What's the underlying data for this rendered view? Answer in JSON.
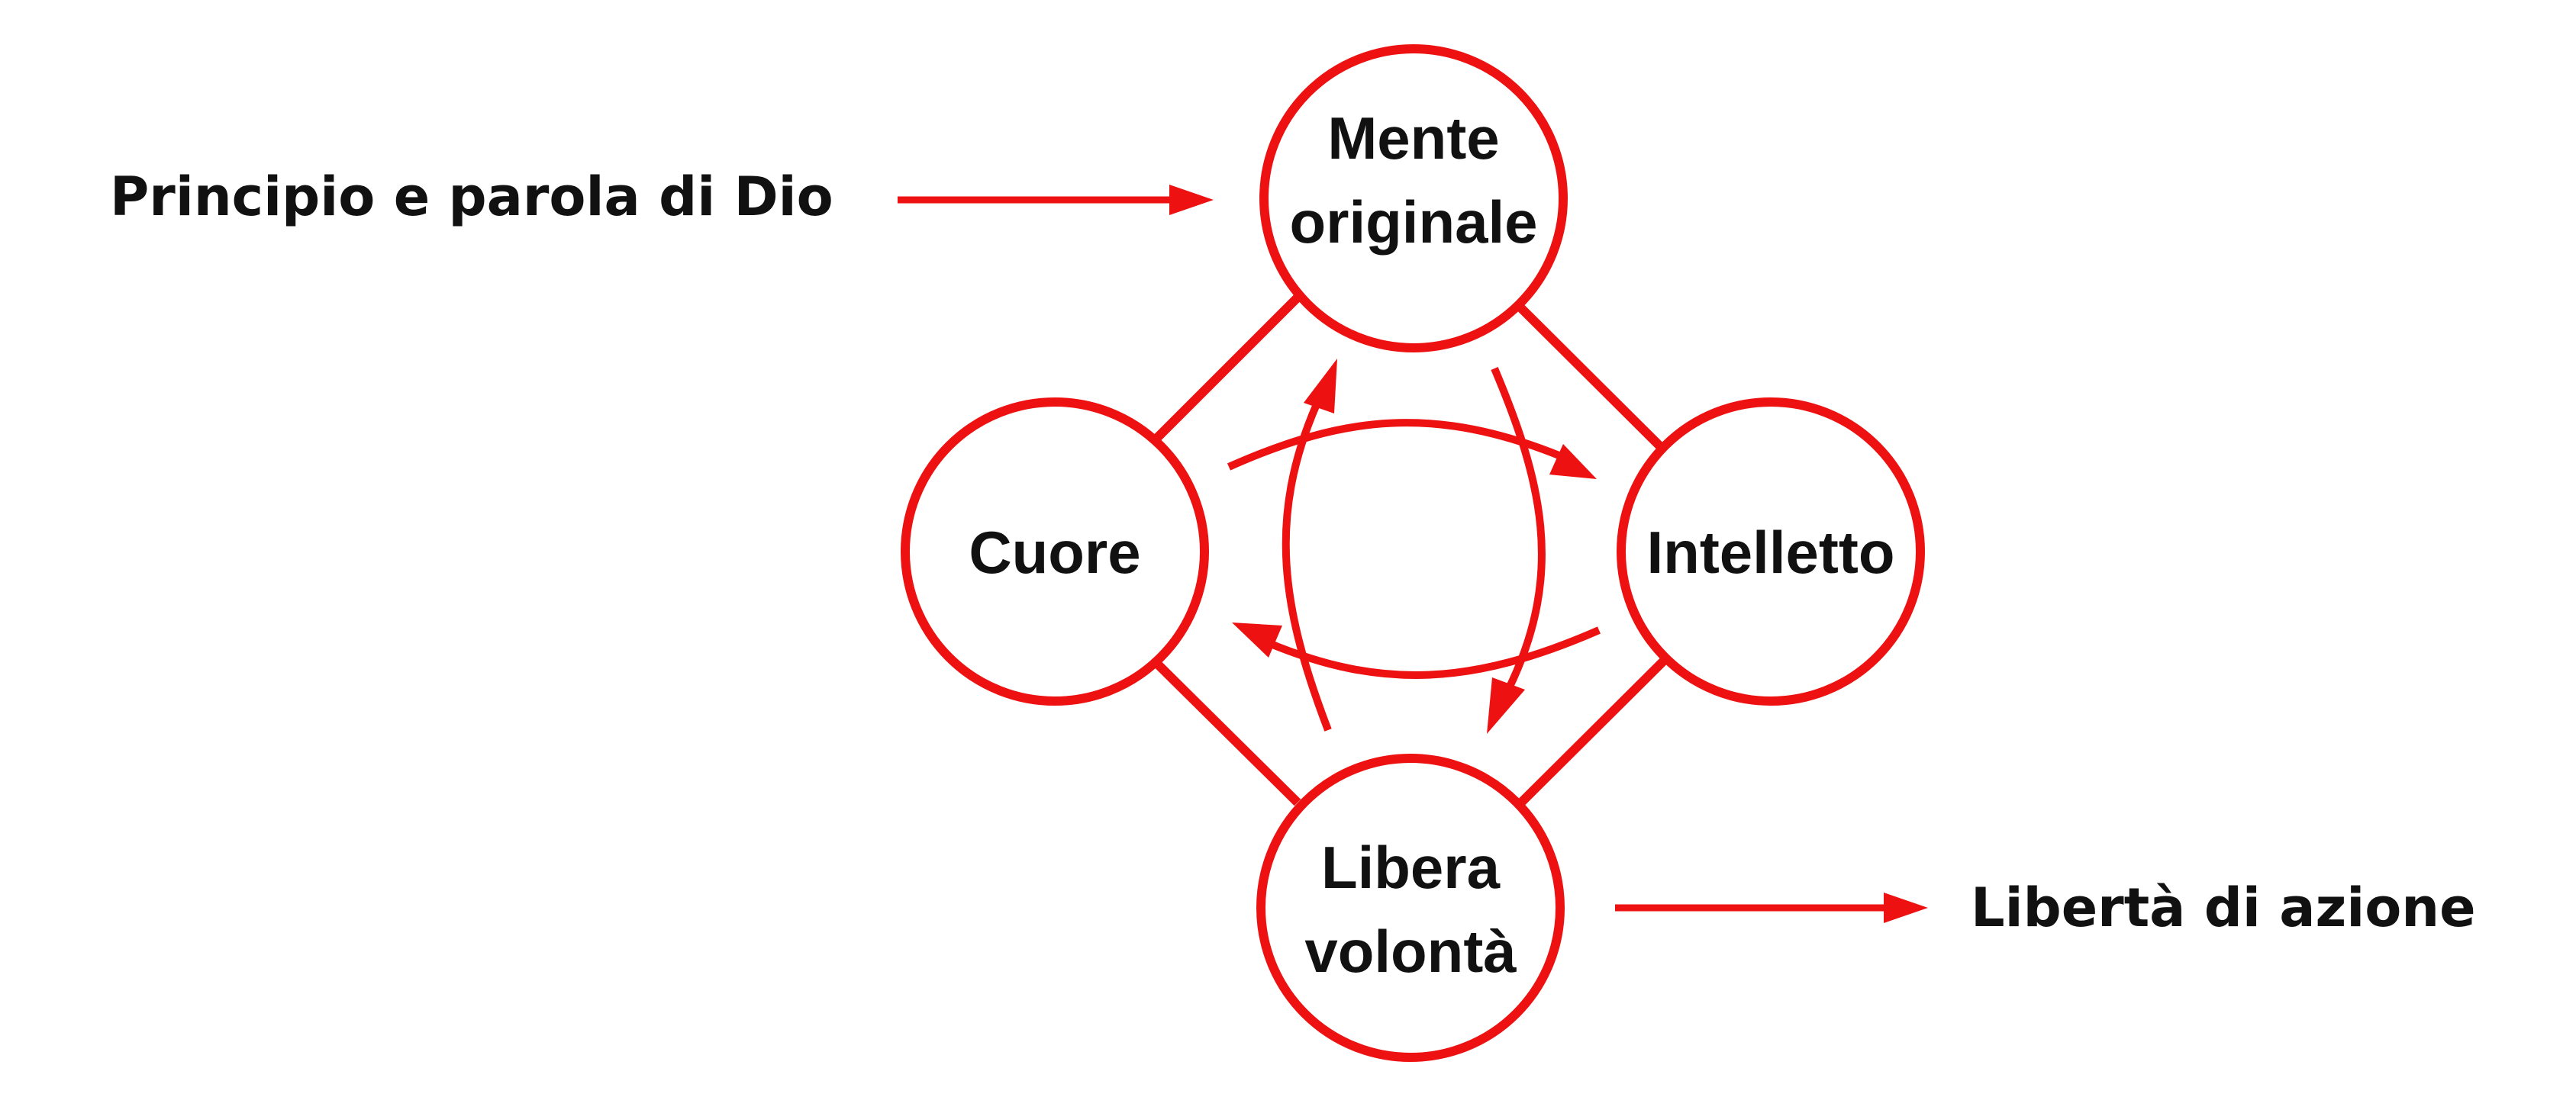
{
  "nodes": {
    "top": {
      "line1": "Mente",
      "line2": "originale"
    },
    "left": {
      "label": "Cuore"
    },
    "right": {
      "label": "Intelletto"
    },
    "bottom": {
      "line1": "Libera",
      "line2": "volontà"
    }
  },
  "annotations": {
    "input": "Principio e parola di Dio",
    "output": "Libertà di azione"
  },
  "colors": {
    "accent": "#ee1111",
    "text": "#111111",
    "background": "#ffffff"
  }
}
